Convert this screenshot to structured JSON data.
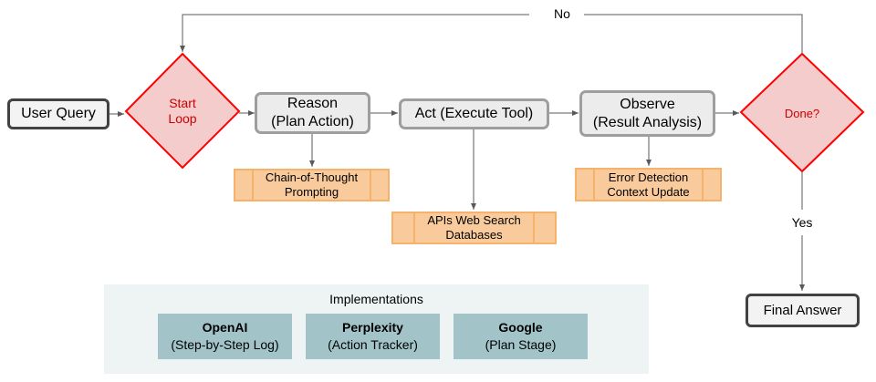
{
  "nodes": {
    "user_query": "User Query",
    "start_loop": [
      "Start",
      "Loop"
    ],
    "reason": [
      "Reason",
      "(Plan Action)"
    ],
    "act": "Act (Execute Tool)",
    "observe": [
      "Observe",
      "(Result Analysis)"
    ],
    "done": "Done?",
    "final_answer": "Final Answer"
  },
  "tags": {
    "reason": [
      "Chain-of-Thought",
      "Prompting"
    ],
    "act": [
      "APIs Web Search",
      "Databases"
    ],
    "observe": [
      "Error Detection",
      "Context Update"
    ]
  },
  "edge_labels": {
    "no": "No",
    "yes": "Yes"
  },
  "implementations": {
    "title": "Implementations",
    "items": [
      {
        "name": "OpenAI",
        "detail": "(Step-by-Step Log)"
      },
      {
        "name": "Perplexity",
        "detail": "(Action Tracker)"
      },
      {
        "name": "Google",
        "detail": "(Plan Stage)"
      }
    ]
  },
  "colors": {
    "decision_fill": "#f4cccc",
    "decision_stroke": "#ff0000",
    "decision_text": "#cc0000",
    "tag_fill": "#f9cb9c",
    "tag_stroke": "#f6b26b",
    "impl_fill": "#a2c4c9",
    "impl_panel": "#eef4f3",
    "edge": "#595959"
  }
}
